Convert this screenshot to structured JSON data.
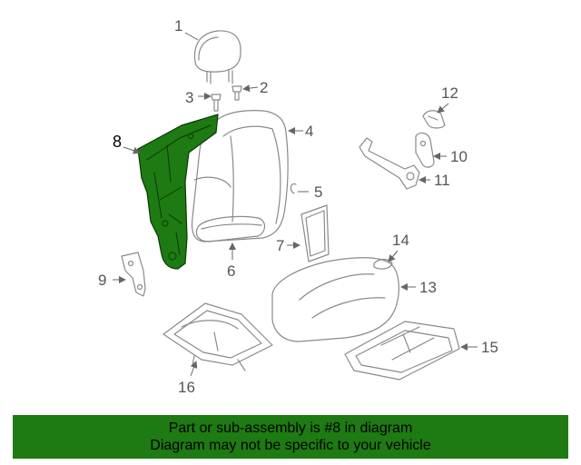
{
  "diagram": {
    "highlight_color": "#1e7a12",
    "callouts": [
      {
        "id": "1",
        "label": "1"
      },
      {
        "id": "2",
        "label": "2"
      },
      {
        "id": "3",
        "label": "3"
      },
      {
        "id": "4",
        "label": "4"
      },
      {
        "id": "5",
        "label": "5"
      },
      {
        "id": "6",
        "label": "6"
      },
      {
        "id": "7",
        "label": "7"
      },
      {
        "id": "8",
        "label": "8"
      },
      {
        "id": "9",
        "label": "9"
      },
      {
        "id": "10",
        "label": "10"
      },
      {
        "id": "11",
        "label": "11"
      },
      {
        "id": "12",
        "label": "12"
      },
      {
        "id": "13",
        "label": "13"
      },
      {
        "id": "14",
        "label": "14"
      },
      {
        "id": "15",
        "label": "15"
      },
      {
        "id": "16",
        "label": "16"
      }
    ]
  },
  "banner": {
    "line1": "Part or sub-assembly is #8 in diagram",
    "line2": "Diagram may not be specific to your vehicle",
    "background": "#1e7a12"
  }
}
